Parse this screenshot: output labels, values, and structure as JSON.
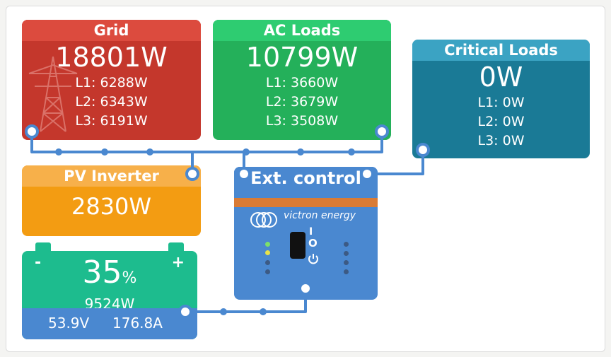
{
  "grid": {
    "title": "Grid",
    "power": "18801W",
    "l1": "L1: 6288W",
    "l2": "L2: 6343W",
    "l3": "L3: 6191W"
  },
  "ac_loads": {
    "title": "AC Loads",
    "power": "10799W",
    "l1": "L1: 3660W",
    "l2": "L2: 3679W",
    "l3": "L3: 3508W"
  },
  "critical_loads": {
    "title": "Critical Loads",
    "power": "0W",
    "l1": "L1: 0W",
    "l2": "L2: 0W",
    "l3": "L3: 0W"
  },
  "pv_inverter": {
    "title": "PV Inverter",
    "power": "2830W"
  },
  "battery": {
    "soc": "35",
    "soc_unit": "%",
    "power": "9524W",
    "voltage": "53.9V",
    "current": "176.8A",
    "minus": "-",
    "plus": "+"
  },
  "ext_control": {
    "title": "Ext. control",
    "brand": "victron energy",
    "switch_on": "I",
    "switch_off": "O"
  },
  "colors": {
    "grid": "#c4372c",
    "ac_loads": "#24b05a",
    "critical": "#1a7a96",
    "pv": "#f39c12",
    "battery": "#1dbc8e",
    "inverter": "#4a88d0",
    "wire": "#4a88d0"
  }
}
